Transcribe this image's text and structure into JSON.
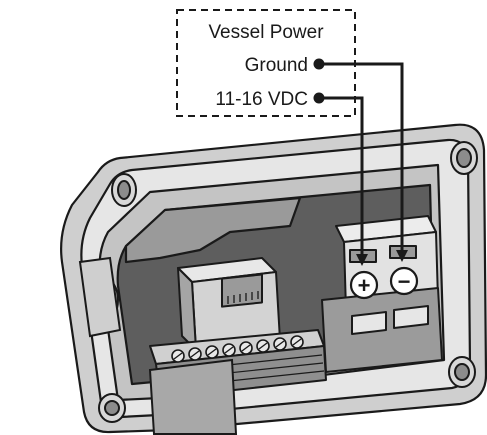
{
  "legend": {
    "title": "Vessel Power",
    "ground_label": "Ground",
    "power_label": "11-16 VDC"
  },
  "terminals": {
    "positive_symbol": "+",
    "negative_symbol": "−"
  },
  "colors": {
    "housing_light": "#dcdcdc",
    "housing_mid": "#b9b9b9",
    "housing_dark": "#8c8c8c",
    "interior": "#5e5e5e",
    "outline": "#1a1a1a",
    "wire": "#1a1a1a"
  },
  "icons": {
    "positive": "plus-circle-icon",
    "negative": "minus-circle-icon",
    "wire_dot": "filled-dot-icon"
  }
}
